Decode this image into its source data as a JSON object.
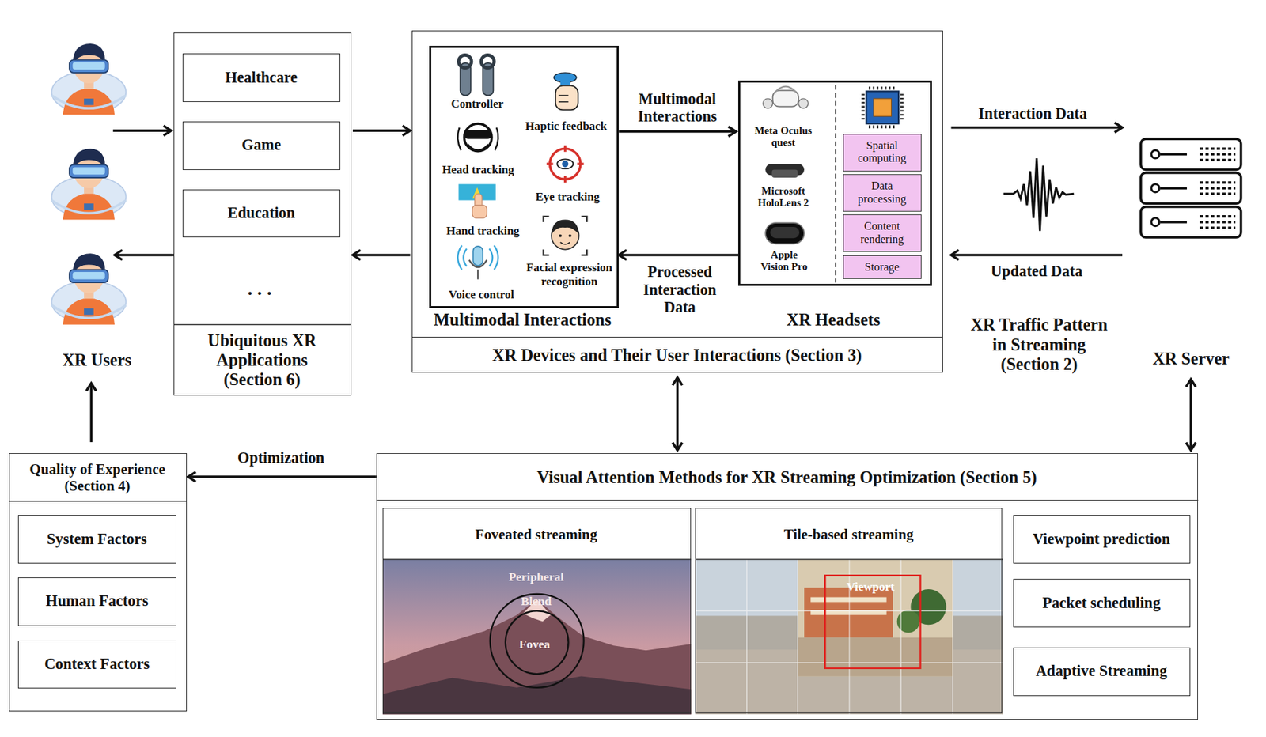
{
  "diagram": {
    "nodes": [
      {
        "text": [
          "XR Users"
        ]
      },
      {
        "text": [
          "Ubiquitous XR Applications (Section 6)",
          "..."
        ]
      },
      {
        "text": [
          "Healthcare"
        ],
        "in": 1
      },
      {
        "text": [
          "Game"
        ],
        "in": 1
      },
      {
        "text": [
          "Education"
        ],
        "in": 1
      },
      {
        "text": [
          "XR Devices and Their User Interactions (Section 3)"
        ]
      },
      {
        "text": [
          "Multimodal Interactions",
          "Controller",
          "Haptic feedback",
          "Head tracking",
          "Eye tracking",
          "Hand tracking",
          "Facial expression recognition",
          "Voice control"
        ],
        "in": 5
      },
      {
        "text": [
          "XR Headsets",
          "Meta Oculus quest",
          "Microsoft HoloLens 2",
          "Apple Vision Pro"
        ],
        "in": 5
      },
      {
        "text": [
          "Spatial computing"
        ],
        "in": 7
      },
      {
        "text": [
          "Data processing"
        ],
        "in": 7
      },
      {
        "text": [
          "Content rendering"
        ],
        "in": 7
      },
      {
        "text": [
          "Storage"
        ],
        "in": 7
      },
      {
        "text": [
          "XR Server"
        ]
      },
      {
        "text": [
          "Quality of Experience (Section 4)"
        ]
      },
      {
        "text": [
          "System Factors"
        ],
        "in": 13
      },
      {
        "text": [
          "Human Factors"
        ],
        "in": 13
      },
      {
        "text": [
          "Context Factors"
        ],
        "in": 13
      },
      {
        "text": [
          "Visual Attention Methods for XR Streaming Optimization (Section 5)"
        ]
      },
      {
        "text": [
          "Foveated streaming",
          "Peripheral",
          "Blend",
          "Fovea"
        ],
        "in": 17
      },
      {
        "text": [
          "Tile-based streaming",
          "Viewport"
        ],
        "in": 17
      },
      {
        "text": [
          "Viewpoint prediction"
        ],
        "in": 17
      },
      {
        "text": [
          "Packet scheduling"
        ],
        "in": 17
      },
      {
        "text": [
          "Adaptive Streaming"
        ],
        "in": 17
      }
    ],
    "edges": [
      {
        "from": 0,
        "to": 1,
        "arrow": "to"
      },
      {
        "from": 1,
        "to": 0,
        "arrow": "to"
      },
      {
        "from": 1,
        "to": 5,
        "arrow": "to"
      },
      {
        "from": 5,
        "to": 1,
        "arrow": "to"
      },
      {
        "from": 6,
        "to": 7,
        "arrow": "to",
        "label": "Multimodal Interactions"
      },
      {
        "from": 7,
        "to": 6,
        "arrow": "to",
        "label": "Processed Interaction Data"
      },
      {
        "from": 5,
        "to": 12,
        "arrow": "to",
        "label": "Interaction Data"
      },
      {
        "from": 12,
        "to": 5,
        "arrow": "to",
        "label": "Updated Data"
      },
      {
        "from": 5,
        "to": 17,
        "arrow": "both"
      },
      {
        "from": 12,
        "to": 17,
        "arrow": "both"
      },
      {
        "from": 17,
        "to": 13,
        "arrow": "to",
        "label": "Optimization"
      },
      {
        "from": 13,
        "to": 0,
        "arrow": "to"
      }
    ],
    "labels": [
      "XR Traffic Pattern in Streaming (Section 2)"
    ]
  }
}
